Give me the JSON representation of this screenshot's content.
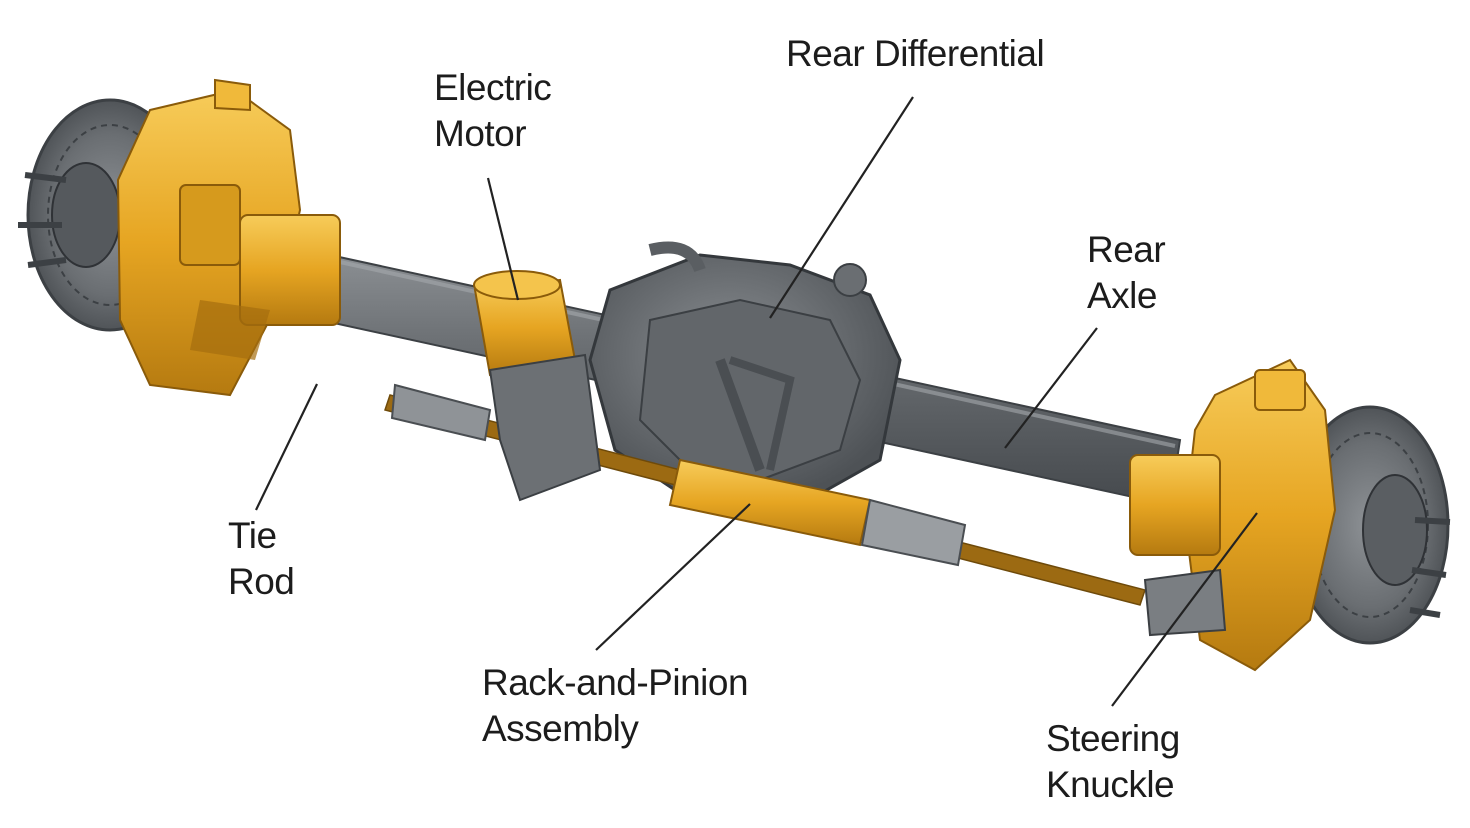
{
  "labels": {
    "electric_motor": [
      "Electric",
      "Motor"
    ],
    "rear_differential": [
      "Rear Differential"
    ],
    "rear_axle": [
      "Rear",
      "Axle"
    ],
    "tie_rod": [
      "Tie",
      "Rod"
    ],
    "rack_and_pinion": [
      "Rack-and-Pinion",
      "Assembly"
    ],
    "steering_knuckle": [
      "Steering",
      "Knuckle"
    ]
  },
  "colors": {
    "gold": "#e8a923",
    "gold_dark": "#b87d12",
    "gold_light": "#f6c955",
    "steel": "#6f7377",
    "steel_dark": "#4a4e52",
    "steel_light": "#9a9ea2",
    "leader": "#222222"
  }
}
